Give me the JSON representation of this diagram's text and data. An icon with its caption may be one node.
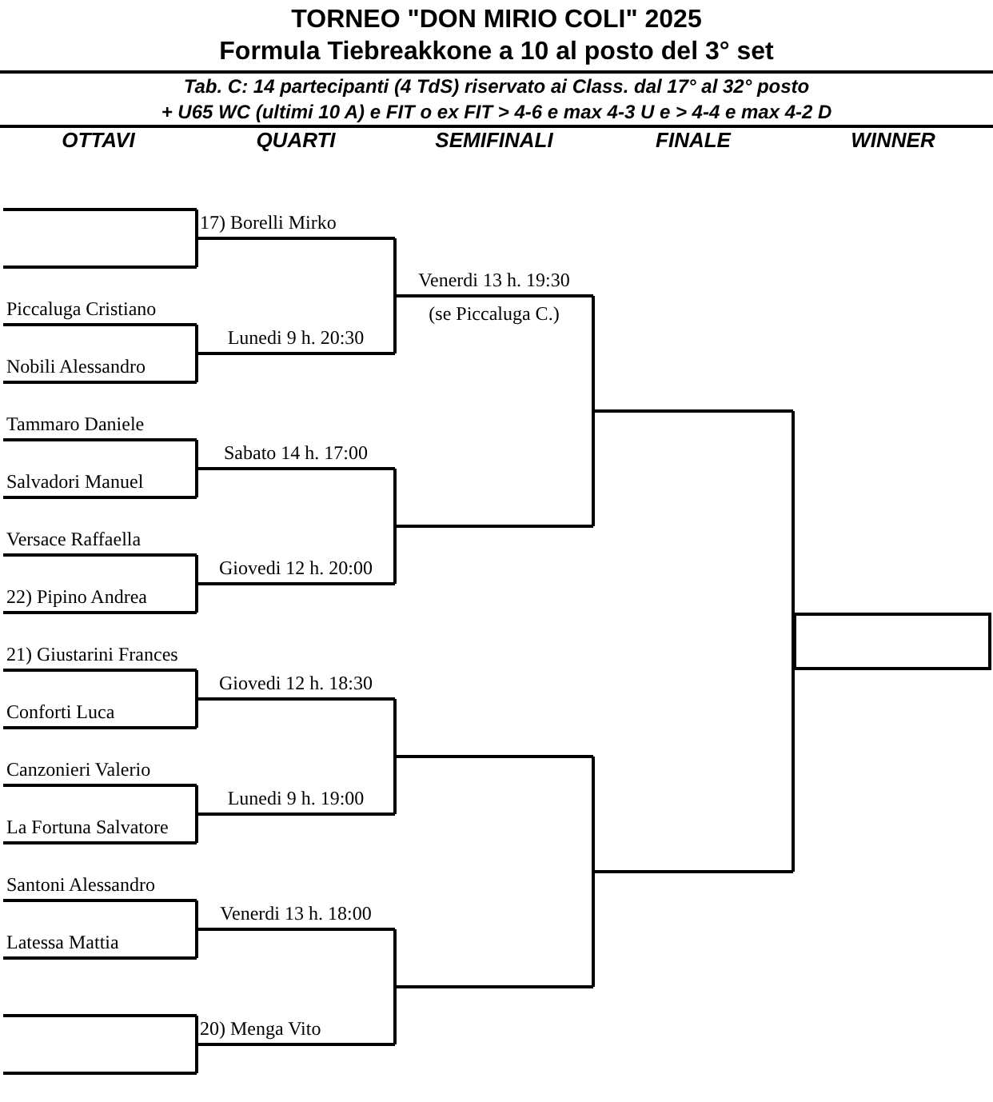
{
  "diagram": {
    "title": "TORNEO \"DON MIRIO COLI\" 2025",
    "nodes": [
      {
        "text": [],
        "shape": "line"
      },
      {
        "text": [],
        "shape": "line"
      },
      {
        "text": [
          "Piccaluga Cristiano"
        ]
      },
      {
        "text": [
          "Nobili Alessandro"
        ]
      },
      {
        "text": [
          "Tammaro Daniele"
        ]
      },
      {
        "text": [
          "Salvadori Manuel"
        ]
      },
      {
        "text": [
          "Versace Raffaella"
        ]
      },
      {
        "text": [
          "22) Pipino Andrea"
        ]
      },
      {
        "text": [
          "21) Giustarini Frances"
        ]
      },
      {
        "text": [
          "Conforti Luca"
        ]
      },
      {
        "text": [
          "Canzonieri Valerio"
        ]
      },
      {
        "text": [
          "La Fortuna Salvatore"
        ]
      },
      {
        "text": [
          "Santoni Alessandro"
        ]
      },
      {
        "text": [
          "Latessa Mattia"
        ]
      },
      {
        "text": [],
        "shape": "line"
      },
      {
        "text": [],
        "shape": "line"
      },
      {
        "text": [
          "17) Borelli Mirko"
        ]
      },
      {
        "text": [
          "Lunedi 9 h. 20:30"
        ]
      },
      {
        "text": [
          "Sabato 14 h. 17:00"
        ]
      },
      {
        "text": [
          "Giovedi 12 h. 20:00"
        ]
      },
      {
        "text": [
          "Giovedi 12 h. 18:30"
        ]
      },
      {
        "text": [
          "Lunedi 9 h. 19:00"
        ]
      },
      {
        "text": [
          "Venerdi 13 h. 18:00"
        ]
      },
      {
        "text": [
          "20) Menga Vito"
        ]
      },
      {
        "text": [
          "Venerdi 13 h. 19:30"
        ],
        "beside": [
          "(se Piccaluga C.)"
        ]
      },
      {
        "text": [],
        "shape": "line"
      },
      {
        "text": [],
        "shape": "line"
      },
      {
        "text": [],
        "shape": "line"
      },
      {
        "text": [],
        "shape": "line"
      },
      {
        "text": [],
        "shape": "line"
      },
      {
        "text": [],
        "shape": "box"
      }
    ],
    "edges": [
      {
        "from": 0,
        "to": 16,
        "arrow": "none"
      },
      {
        "from": 1,
        "to": 16,
        "arrow": "none"
      },
      {
        "from": 2,
        "to": 17,
        "arrow": "none"
      },
      {
        "from": 3,
        "to": 17,
        "arrow": "none"
      },
      {
        "from": 4,
        "to": 18,
        "arrow": "none"
      },
      {
        "from": 5,
        "to": 18,
        "arrow": "none"
      },
      {
        "from": 6,
        "to": 19,
        "arrow": "none"
      },
      {
        "from": 7,
        "to": 19,
        "arrow": "none"
      },
      {
        "from": 8,
        "to": 20,
        "arrow": "none"
      },
      {
        "from": 9,
        "to": 20,
        "arrow": "none"
      },
      {
        "from": 10,
        "to": 21,
        "arrow": "none"
      },
      {
        "from": 11,
        "to": 21,
        "arrow": "none"
      },
      {
        "from": 12,
        "to": 22,
        "arrow": "none"
      },
      {
        "from": 13,
        "to": 22,
        "arrow": "none"
      },
      {
        "from": 14,
        "to": 23,
        "arrow": "none"
      },
      {
        "from": 15,
        "to": 23,
        "arrow": "none"
      },
      {
        "from": 16,
        "to": 24,
        "arrow": "none"
      },
      {
        "from": 17,
        "to": 24,
        "arrow": "none"
      },
      {
        "from": 18,
        "to": 25,
        "arrow": "none"
      },
      {
        "from": 19,
        "to": 25,
        "arrow": "none"
      },
      {
        "from": 20,
        "to": 26,
        "arrow": "none"
      },
      {
        "from": 21,
        "to": 26,
        "arrow": "none"
      },
      {
        "from": 22,
        "to": 27,
        "arrow": "none"
      },
      {
        "from": 23,
        "to": 27,
        "arrow": "none"
      },
      {
        "from": 24,
        "to": 28,
        "arrow": "none"
      },
      {
        "from": 25,
        "to": 28,
        "arrow": "none"
      },
      {
        "from": 26,
        "to": 29,
        "arrow": "none"
      },
      {
        "from": 27,
        "to": 29,
        "arrow": "none"
      },
      {
        "from": 28,
        "to": 30,
        "arrow": "none"
      },
      {
        "from": 29,
        "to": 30,
        "arrow": "none"
      }
    ],
    "labels": [
      "Formula Tiebreakkone a 10 al posto del 3° set",
      "Tab. C: 14 partecipanti (4 TdS) riservato ai Class. dal 17° al 32° posto",
      "+ U65 WC (ultimi 10 A) e FIT o ex FIT > 4-6 e max 4-3 U e > 4-4 e max 4-2 D",
      "OTTAVI",
      "QUARTI",
      "SEMIFINALI",
      "FINALE",
      "WINNER"
    ]
  }
}
